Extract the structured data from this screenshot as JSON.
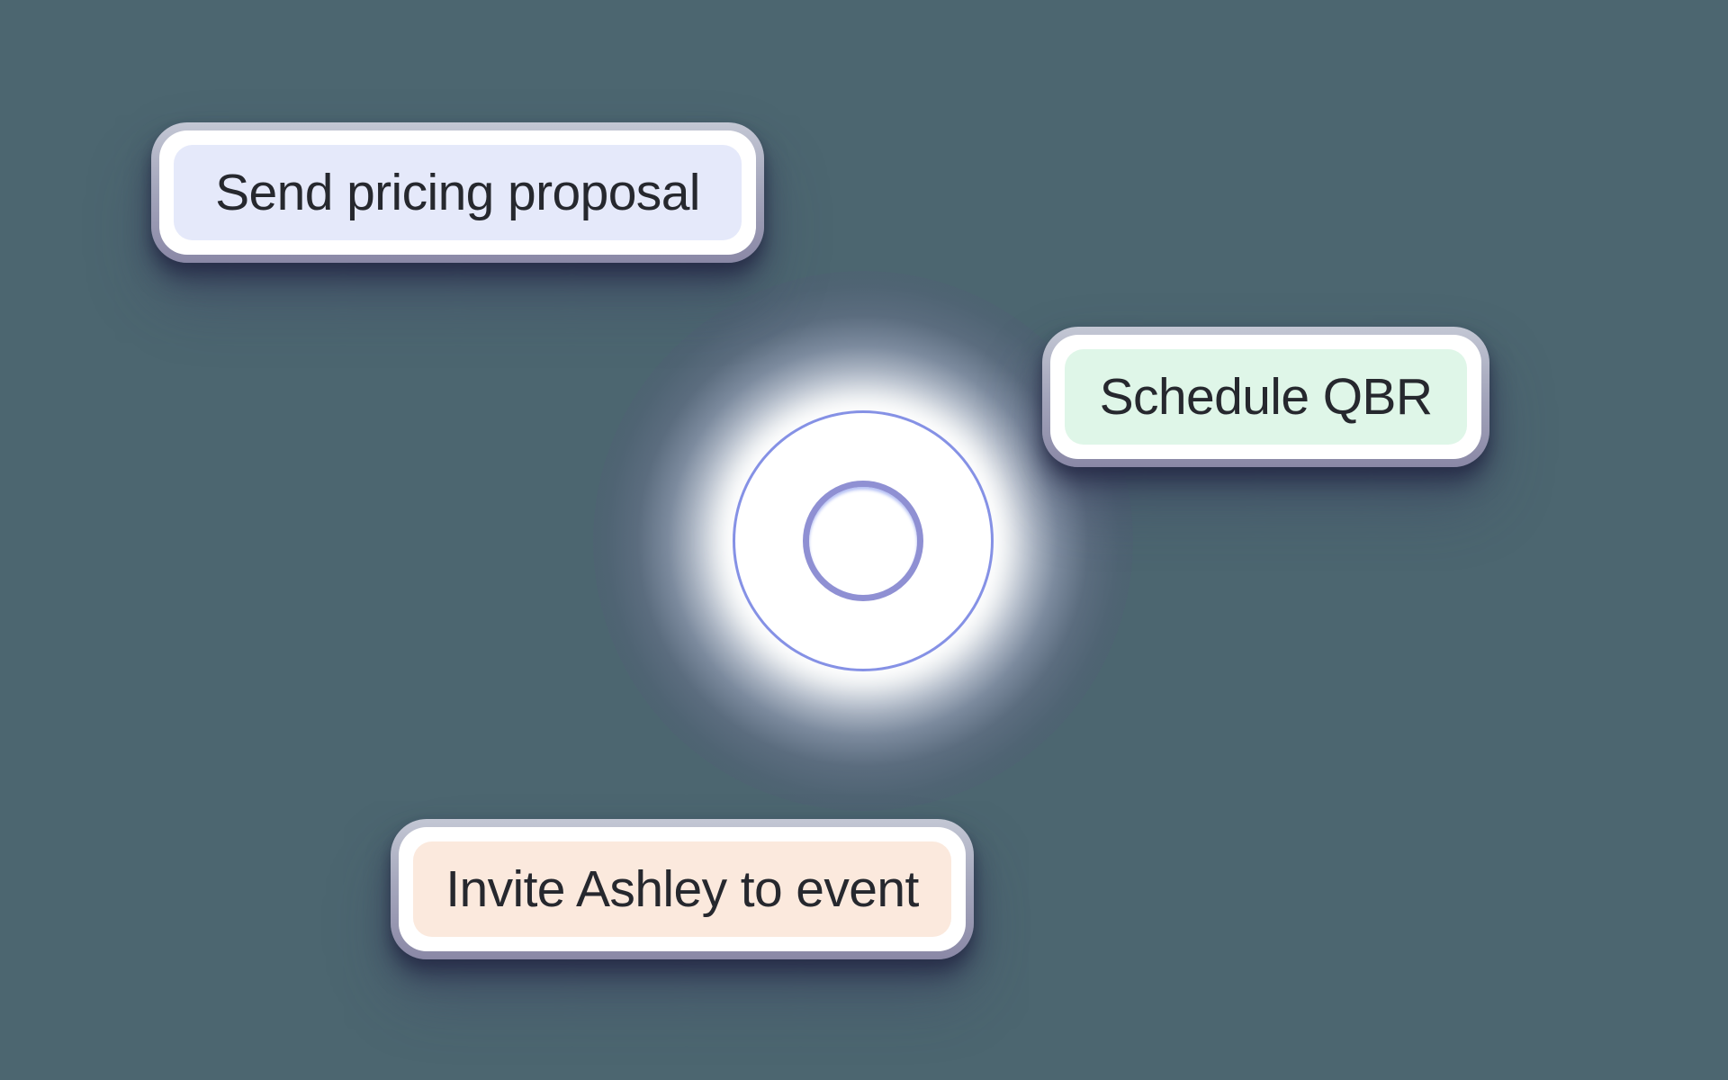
{
  "scene": {
    "background_color": "#4C6670",
    "text_color": "#26282E"
  },
  "task_chips": [
    {
      "label": "Send pricing proposal",
      "fill_color": "#E5E9FA"
    },
    {
      "label": "Schedule QBR",
      "fill_color": "#DFF6E8"
    },
    {
      "label": "Invite Ashley to event",
      "fill_color": "#FBE9DD"
    }
  ],
  "orb": {
    "fill_color": "#FFFFFF",
    "ring_color": "#8F90D3",
    "edge_color": "#7885E2",
    "glow_color": "#FFFFFF"
  }
}
